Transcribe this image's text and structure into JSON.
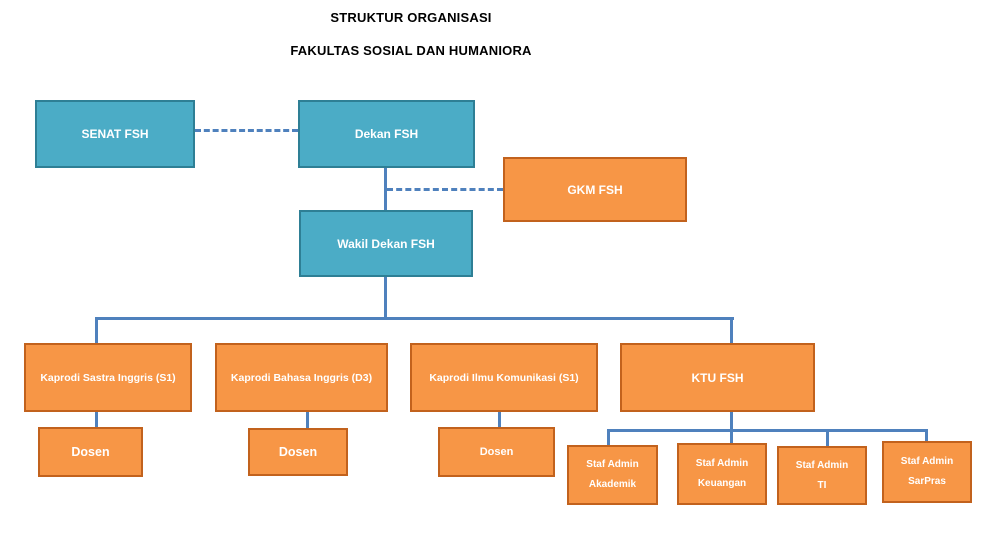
{
  "title": {
    "line1": "STRUKTUR ORGANISASI",
    "line2": "FAKULTAS SOSIAL DAN HUMANIORA"
  },
  "colors": {
    "teal_fill": "#4BACC6",
    "teal_border": "#2E7F95",
    "orange_fill": "#F79646",
    "orange_border": "#C2621D",
    "connector_blue": "#4F81BD",
    "title_text": "#000000",
    "node_text": "#FFFFFF"
  },
  "nodes": {
    "senat": {
      "label": "SENAT FSH"
    },
    "dekan": {
      "label": "Dekan FSH"
    },
    "gkm": {
      "label": "GKM FSH"
    },
    "wakil_dekan": {
      "label": "Wakil Dekan FSH"
    },
    "kaprodi_sastra": {
      "label": "Kaprodi Sastra Inggris (S1)"
    },
    "kaprodi_bahasa": {
      "label": "Kaprodi Bahasa Inggris (D3)"
    },
    "kaprodi_ilkom": {
      "label": "Kaprodi Ilmu Komunikasi (S1)"
    },
    "ktu": {
      "label": "KTU FSH"
    },
    "dosen_sastra": {
      "label": "Dosen"
    },
    "dosen_bahasa": {
      "label": "Dosen"
    },
    "dosen_ilkom": {
      "label": "Dosen"
    },
    "staf_akademik": {
      "line1": "Staf Admin",
      "line2": "Akademik"
    },
    "staf_keuangan": {
      "line1": "Staf Admin",
      "line2": "Keuangan"
    },
    "staf_ti": {
      "line1": "Staf Admin",
      "line2": "TI"
    },
    "staf_sarpras": {
      "line1": "Staf Admin",
      "line2": "SarPras"
    }
  }
}
